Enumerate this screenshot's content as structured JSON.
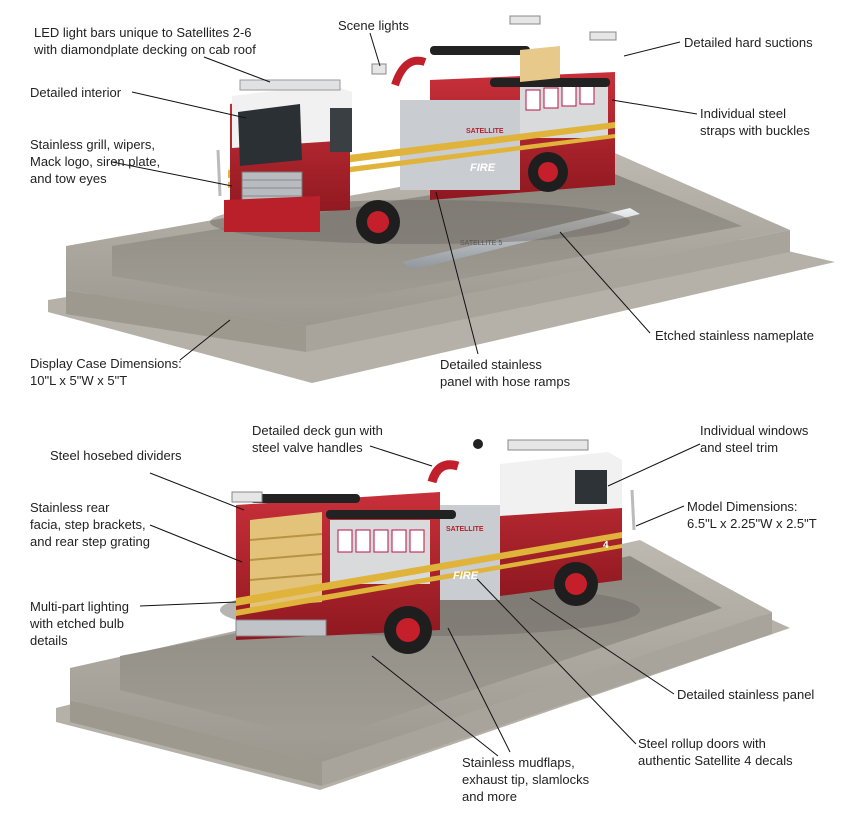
{
  "callouts_top": [
    {
      "id": "led",
      "lines": [
        "LED light bars unique to Satellites 2-6",
        "with diamondplate decking on cab roof"
      ]
    },
    {
      "id": "scene",
      "lines": [
        "Scene lights"
      ]
    },
    {
      "id": "suctions",
      "lines": [
        "Detailed hard suctions"
      ]
    },
    {
      "id": "interior",
      "lines": [
        "Detailed interior"
      ]
    },
    {
      "id": "straps",
      "lines": [
        "Individual steel",
        "straps with buckles"
      ]
    },
    {
      "id": "grill",
      "lines": [
        "Stainless grill, wipers,",
        "Mack logo, siren plate,",
        "and tow eyes"
      ]
    },
    {
      "id": "nameplate",
      "lines": [
        "Etched stainless nameplate"
      ]
    },
    {
      "id": "case",
      "lines": [
        "Display Case Dimensions:",
        "10\"L x 5\"W x 5\"T"
      ]
    },
    {
      "id": "panel",
      "lines": [
        "Detailed stainless",
        "panel with hose ramps"
      ]
    }
  ],
  "callouts_bottom": [
    {
      "id": "deckgun",
      "lines": [
        "Detailed deck gun with",
        "steel valve handles"
      ]
    },
    {
      "id": "windows",
      "lines": [
        "Individual windows",
        "and steel trim"
      ]
    },
    {
      "id": "hosebed",
      "lines": [
        "Steel hosebed dividers"
      ]
    },
    {
      "id": "model",
      "lines": [
        "Model Dimensions:",
        "6.5\"L x 2.25\"W x 2.5\"T"
      ]
    },
    {
      "id": "rear",
      "lines": [
        "Stainless rear",
        "facia, step brackets,",
        "and rear step grating"
      ]
    },
    {
      "id": "lighting",
      "lines": [
        "Multi-part lighting",
        "with etched bulb",
        "details"
      ]
    },
    {
      "id": "stpanel",
      "lines": [
        "Detailed stainless panel"
      ]
    },
    {
      "id": "rollup",
      "lines": [
        "Steel rollup doors with",
        "authentic Satellite 4 decals"
      ]
    },
    {
      "id": "mudflaps",
      "lines": [
        "Stainless mudflaps,",
        "exhaust tip, slamlocks",
        "and more"
      ]
    }
  ],
  "truck_top": {
    "unit_number": "5",
    "side_text": "FIRE",
    "badge_text": "SATELLITE",
    "plate_text": "SATELLITE 5"
  },
  "truck_bottom": {
    "unit_number": "4",
    "side_text": "FIRE",
    "badge_text": "SATELLITE"
  },
  "colors": {
    "fire_red": "#b3202a",
    "chrome": "#cfd3d6",
    "case_gray": "#8e8b85",
    "case_light": "#a9a6a0",
    "stripe_gold": "#e0b33a"
  }
}
